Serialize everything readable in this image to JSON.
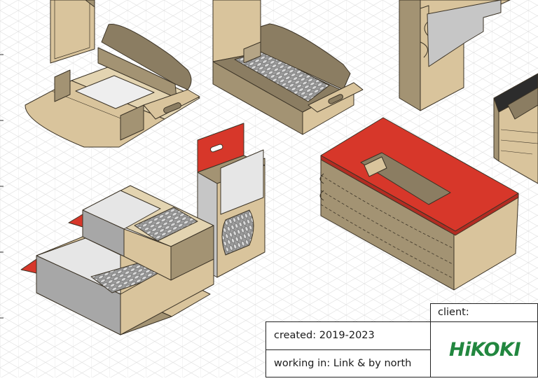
{
  "title_block": {
    "created_label": "created: 2019-2023",
    "working_label": "working in: Link & by north",
    "client_label": "client:",
    "client_logo": "HiKOKI"
  },
  "colors": {
    "cardboard": "#d9c49c",
    "cardboard_shadow": "#a39373",
    "cardboard_dark": "#8b7d62",
    "cardboard_light": "#e3d4b1",
    "label_gray": "#c6c6c6",
    "accent_red": "#d7372a",
    "logo_green": "#22873f",
    "grid_line": "#e2e2e2"
  },
  "icons": {
    "screw_bundle": "screw-bundle-icon",
    "hang_tab": "euro-hang-tab-icon"
  }
}
